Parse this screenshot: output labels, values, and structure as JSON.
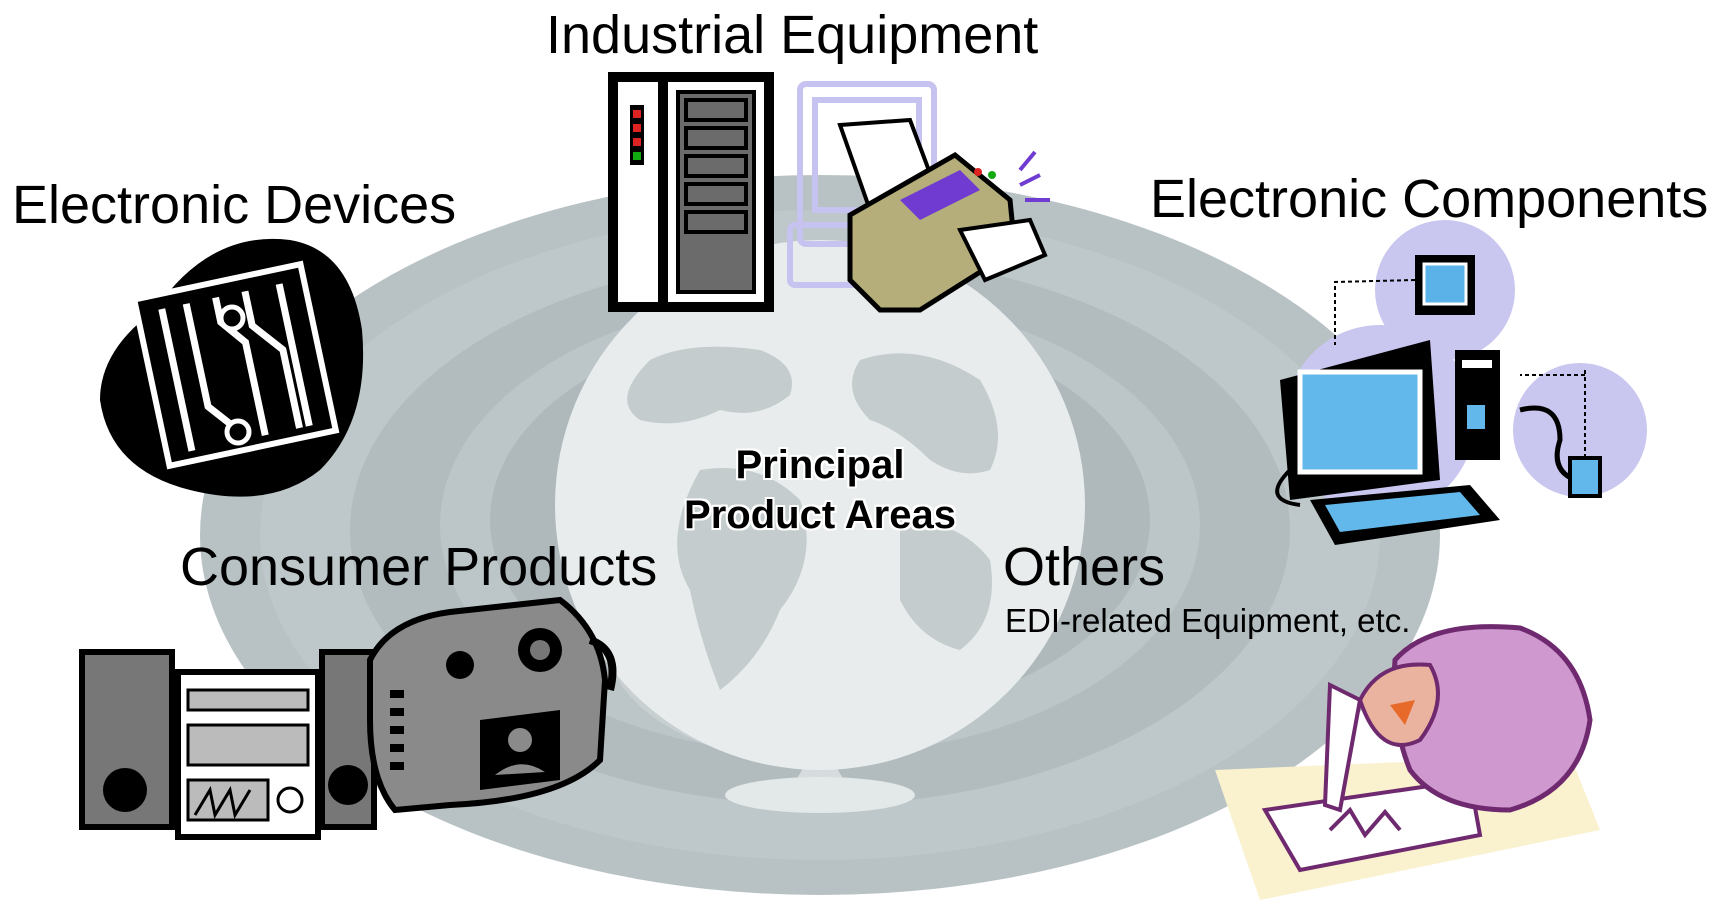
{
  "center": {
    "line1": "Principal",
    "line2": "Product Areas"
  },
  "categories": {
    "industrial": "Industrial Equipment",
    "electronic_devices": "Electronic Devices",
    "electronic_components": "Electronic Components",
    "consumer": "Consumer Products",
    "others": "Others",
    "others_sub": "EDI-related Equipment, etc."
  },
  "colors": {
    "disc_outer": "#b9c3c5",
    "disc_ring": "#aab5b8",
    "globe": "#e8ecec",
    "accent_lavender": "#c7c3f0"
  },
  "icons": [
    "server-rack-icon",
    "printer-icon",
    "computer-icon",
    "circuit-chip-icon",
    "computer-desktop-icon",
    "stereo-system-icon",
    "video-camera-icon",
    "signing-person-icon"
  ]
}
